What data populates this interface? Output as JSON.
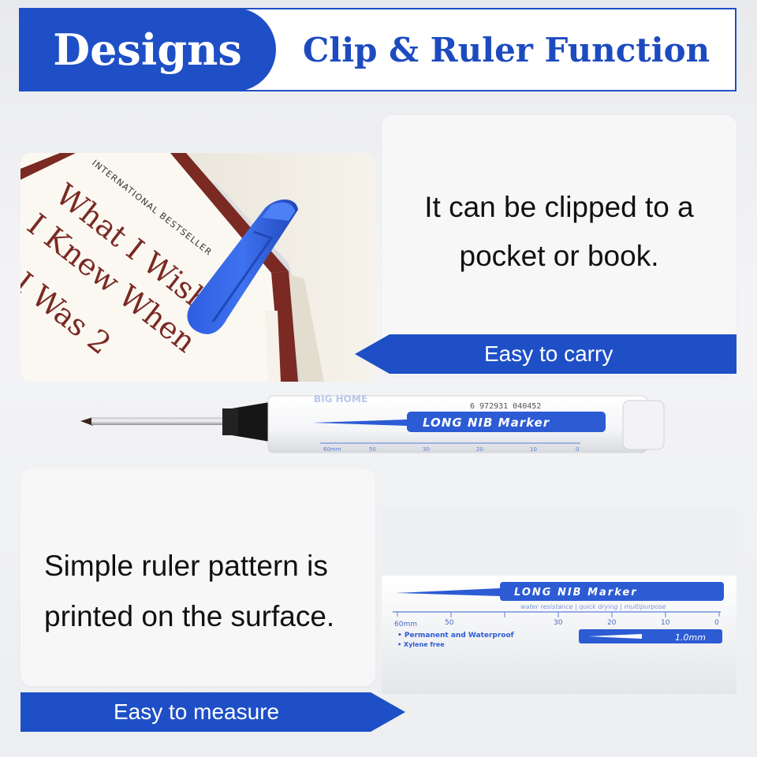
{
  "header": {
    "badge": "Designs",
    "title": "Clip & Ruler Function"
  },
  "clip_section": {
    "text_line1": "It can be clipped to a",
    "text_line2": "pocket or book.",
    "arrow_label": "Easy to carry",
    "book": {
      "banner": "INTERNATIONAL BESTSELLER",
      "title_line1": "What I Wish",
      "title_line2": "I Knew When",
      "title_line3": "I Was 2"
    }
  },
  "marker": {
    "brand": "BIG HOME",
    "barcode": "6 972931 040452",
    "label": "LONG NIB Marker",
    "scale_left": "60mm",
    "scale_ticks": [
      "50",
      "30",
      "20",
      "10",
      "0"
    ]
  },
  "ruler_section": {
    "text_line1": "Simple ruler pattern is",
    "text_line2": "printed on the surface.",
    "arrow_label": "Easy to measure",
    "closeup": {
      "label": "LONG NIB Marker",
      "subtitle": "water resistance | quick drying | multipurpose",
      "scale_left": "60mm",
      "scale_50": "50",
      "scale_30": "30",
      "scale_20": "20",
      "scale_10": "10",
      "scale_0": "0",
      "feature1": "• Permanent and Waterproof",
      "feature2": "• Xylene free",
      "size": "1.0mm"
    }
  },
  "colors": {
    "brand_blue": "#1e4fc6",
    "text_dark": "#111111"
  }
}
